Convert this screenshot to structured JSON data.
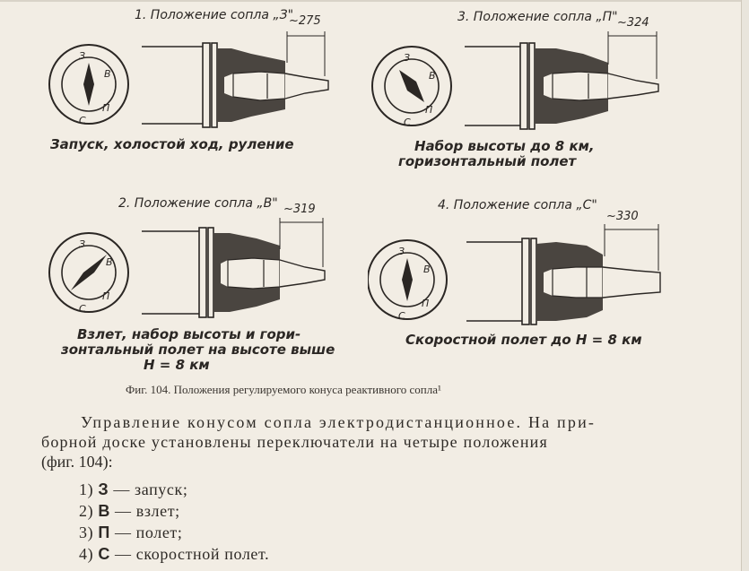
{
  "panels": [
    {
      "title": "1. Положение сопла „З\"",
      "dimension": "~275",
      "caption": [
        "Запуск, холостой ход, руление"
      ],
      "switch_letters": [
        "З",
        "В",
        "П",
        "С"
      ],
      "needle_angle_deg": 0
    },
    {
      "title": "3. Положение сопла „П\"",
      "dimension": "~324",
      "caption": [
        "Набор высоты до 8 км,",
        "горизонтальный полет"
      ],
      "switch_letters": [
        "З",
        "В",
        "П",
        "С"
      ],
      "needle_angle_deg": -35
    },
    {
      "title": "2. Положение сопла „В\"",
      "dimension": "~319",
      "caption": [
        "Взлет, набор высоты и гори-",
        "зонтальный полет на высоте выше",
        "Н = 8 км"
      ],
      "switch_letters": [
        "З",
        "В",
        "П",
        "С"
      ],
      "needle_angle_deg": 45
    },
    {
      "title": "4. Положение сопла „С\"",
      "dimension": "~330",
      "caption": [
        "Скоростной полет до Н = 8 км"
      ],
      "switch_letters": [
        "З",
        "В",
        "П",
        "С"
      ],
      "needle_angle_deg": 0
    }
  ],
  "figure_caption": "Фиг. 104. Положения регулируемого конуса реактивного сопла¹",
  "body_lines": [
    "Управление конусом сопла электродистанционное. На при-",
    "борной доске установлены переключатели на четыре положения",
    "(фиг. 104):"
  ],
  "list_items": [
    {
      "num": "1)",
      "key": "З",
      "text": "— запуск;"
    },
    {
      "num": "2)",
      "key": "В",
      "text": "— взлет;"
    },
    {
      "num": "3)",
      "key": "П",
      "text": "— полет;"
    },
    {
      "num": "4)",
      "key": "С",
      "text": "— скоростной полет."
    }
  ],
  "colors": {
    "paper": "#f2ede4",
    "ink": "#2b2724",
    "shade": "#4a4540"
  }
}
